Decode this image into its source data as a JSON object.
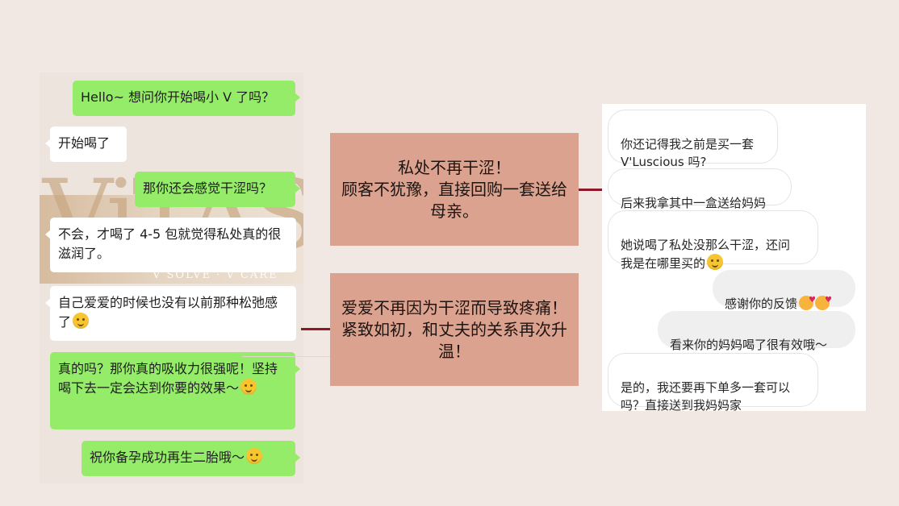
{
  "left_chat": {
    "watermark": {
      "letters": "ViTAS",
      "tagline": "V SOLVE · V CARE"
    },
    "messages": [
      {
        "side": "out",
        "text": "Hello~ 想问你开始喝小 V 了吗？"
      },
      {
        "side": "in",
        "text": "开始喝了"
      },
      {
        "side": "out",
        "text": "那你还会感觉干涩吗？"
      },
      {
        "side": "in",
        "text": "不会，才喝了 4-5 包就觉得私处真的很滋润了。"
      },
      {
        "side": "in",
        "text": "自己爱爱的时候也没有以前那种松弛感了",
        "emoji": "sweat-smile-emoji"
      },
      {
        "side": "out",
        "text": "真的吗？那你真的吸收力很强呢！坚持喝下去一定会达到你要的效果～",
        "emoji": "thinking-emoji"
      },
      {
        "side": "out",
        "text": "祝你备孕成功再生二胎哦～",
        "emoji": "smile-emoji"
      }
    ]
  },
  "callouts": [
    {
      "text": "私处不再干涩！\n顾客不犹豫，直接回购一套送给母亲。"
    },
    {
      "text": "爱爱不再因为干涩而导致疼痛！\n紧致如初，和丈夫的关系再次升温！"
    }
  ],
  "right_chat": {
    "messages": [
      {
        "side": "received",
        "text": "你还记得我之前是买一套\nV'Luscious 吗?"
      },
      {
        "side": "received",
        "text": "后来我拿其中一盒送给妈妈"
      },
      {
        "side": "received",
        "text": "她说喝了私处没那么干涩，还问\n我是在哪里买的",
        "emoji": "grin-sweat-emoji"
      },
      {
        "side": "sent",
        "text": "感谢你的反馈",
        "emoji": "smiling-hearts-emoji"
      },
      {
        "side": "sent",
        "text": "看来你的妈妈喝了很有效哦～"
      },
      {
        "side": "received",
        "text": "是的，我还要再下单多一套可以\n吗？直接送到我妈妈家"
      }
    ]
  },
  "colors": {
    "background": "#f1e8e3",
    "wechat_sent": "#95ec69",
    "wechat_received": "#ffffff",
    "callout": "#dba290",
    "connector": "#8e1828",
    "ig_sent": "#efefef"
  }
}
